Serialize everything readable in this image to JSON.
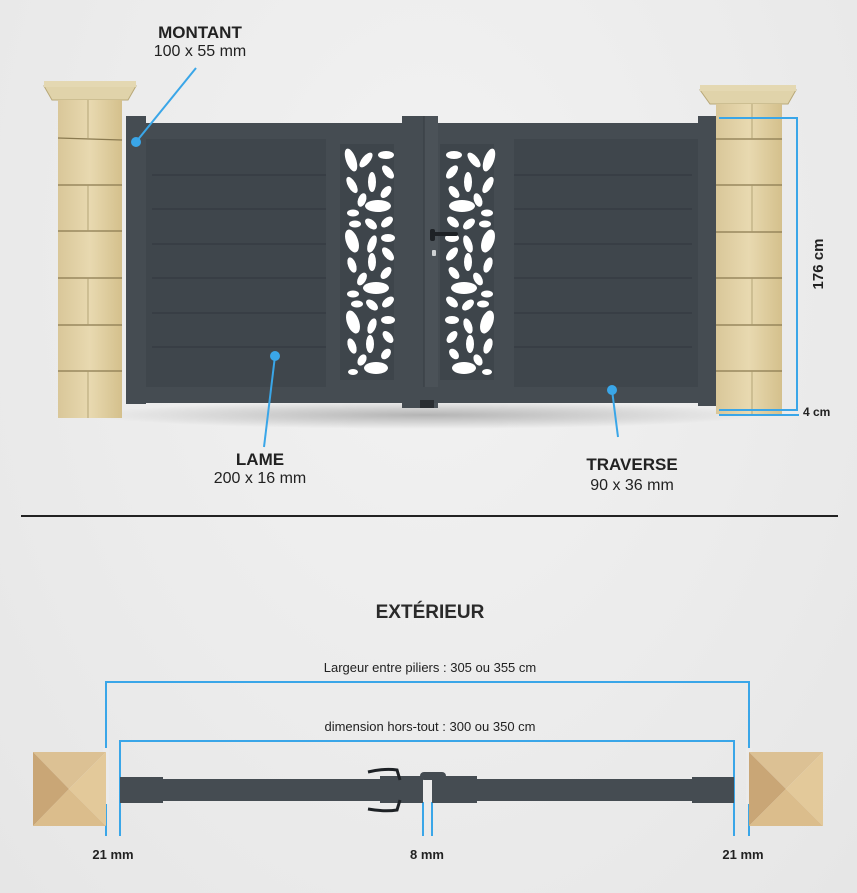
{
  "elevation": {
    "labels": {
      "montant": {
        "title": "MONTANT",
        "size": "100 x 55 mm"
      },
      "lame": {
        "title": "LAME",
        "size": "200 x 16 mm"
      },
      "traverse": {
        "title": "TRAVERSE",
        "size": "90 x 36 mm"
      }
    },
    "height_label": "176 cm",
    "ground_gap_label": "4 cm"
  },
  "plan": {
    "title": "EXTÉRIEUR",
    "width_between_pillars": "Largeur entre piliers : 305 ou 355 cm",
    "overall_dimension": "dimension hors-tout : 300 ou 350 cm",
    "gap_left": "21 mm",
    "gap_center": "8 mm",
    "gap_right": "21 mm"
  },
  "colors": {
    "background": "#ebebeb",
    "gate": "#454c52",
    "gate_dark": "#3a4046",
    "pillar_stone": "#e3d2a4",
    "pillar_cap": "#dccfa5",
    "dimension_line": "#3aa6e8",
    "divider": "#222222",
    "plan_pillar_light": "#e3c99a",
    "plan_pillar_dark": "#c9a676"
  }
}
